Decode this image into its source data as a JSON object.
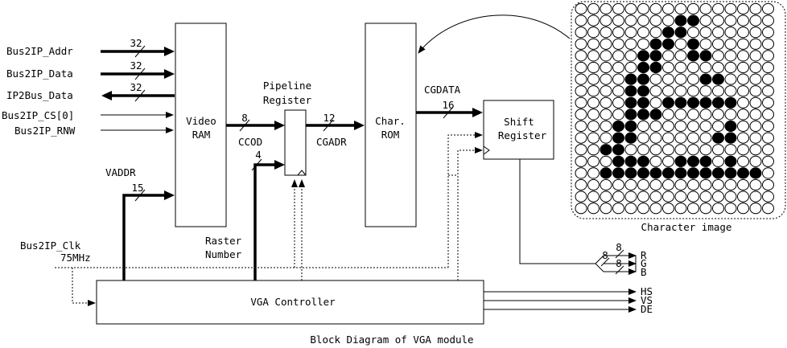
{
  "inputs": {
    "addr": "Bus2IP_Addr",
    "data": "Bus2IP_Data",
    "ipdata": "IP2Bus_Data",
    "cs": "Bus2IP_CS[0]",
    "rnw": "Bus2IP_RNW",
    "clk": "Bus2IP_Clk",
    "clk_freq": "75MHz"
  },
  "widths": {
    "addr": "32",
    "data": "32",
    "ipdata": "32",
    "vaddr": "15",
    "ccod": "8",
    "raster": "4",
    "cgadr": "12",
    "cgdata": "16",
    "r": "8",
    "g": "8",
    "b": "8"
  },
  "blocks": {
    "video_ram": [
      "Video",
      "RAM"
    ],
    "pipeline": [
      "Pipeline",
      "Register"
    ],
    "char_rom": [
      "Char.",
      "ROM"
    ],
    "shift": [
      "Shift",
      "Register"
    ],
    "vga": "VGA Controller"
  },
  "signals": {
    "vaddr": "VADDR",
    "ccod": "CCOD",
    "cgadr": "CGADR",
    "cgdata": "CGDATA",
    "raster": [
      "Raster",
      "Number"
    ]
  },
  "outputs": [
    "R",
    "G",
    "B",
    "HS",
    "VS",
    "DE"
  ],
  "char_image": {
    "label": "Character image",
    "rows": [
      "0000000000000000",
      "0000000011000000",
      "0000000110000000",
      "0000001101000000",
      "0000011001100000",
      "0000011000000000",
      "0000110000110000",
      "0000110000000000",
      "0000110111111000",
      "0000111000000000",
      "0001100000001000",
      "0001100000011000",
      "0011000000000000",
      "0001110011101000",
      "0011111111111110",
      "0000000000000000",
      "0000000000000000",
      "0000000000000000"
    ]
  },
  "caption": "Block Diagram of VGA module"
}
